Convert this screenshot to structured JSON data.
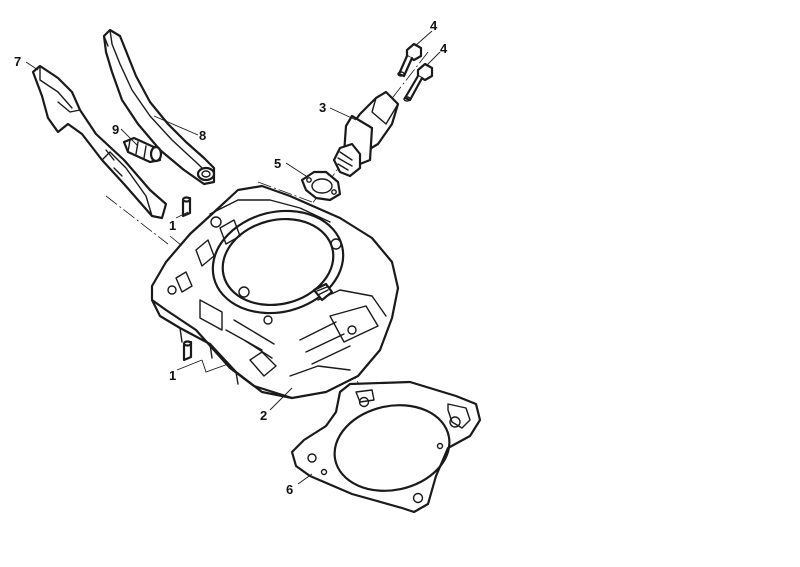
{
  "callouts": {
    "dowel_pin_upper": "1",
    "dowel_pin_lower": "1",
    "cylinder": "2",
    "chain_tensioner": "3",
    "bolt_upper": "4",
    "bolt_lower": "4",
    "tensioner_gasket": "5",
    "cylinder_base_gasket": "6",
    "guide_rail": "7",
    "tensioner_rail": "8",
    "rail_pivot_pin": "9"
  },
  "colors": {
    "line": "#1a1a1a",
    "background": "#ffffff"
  }
}
